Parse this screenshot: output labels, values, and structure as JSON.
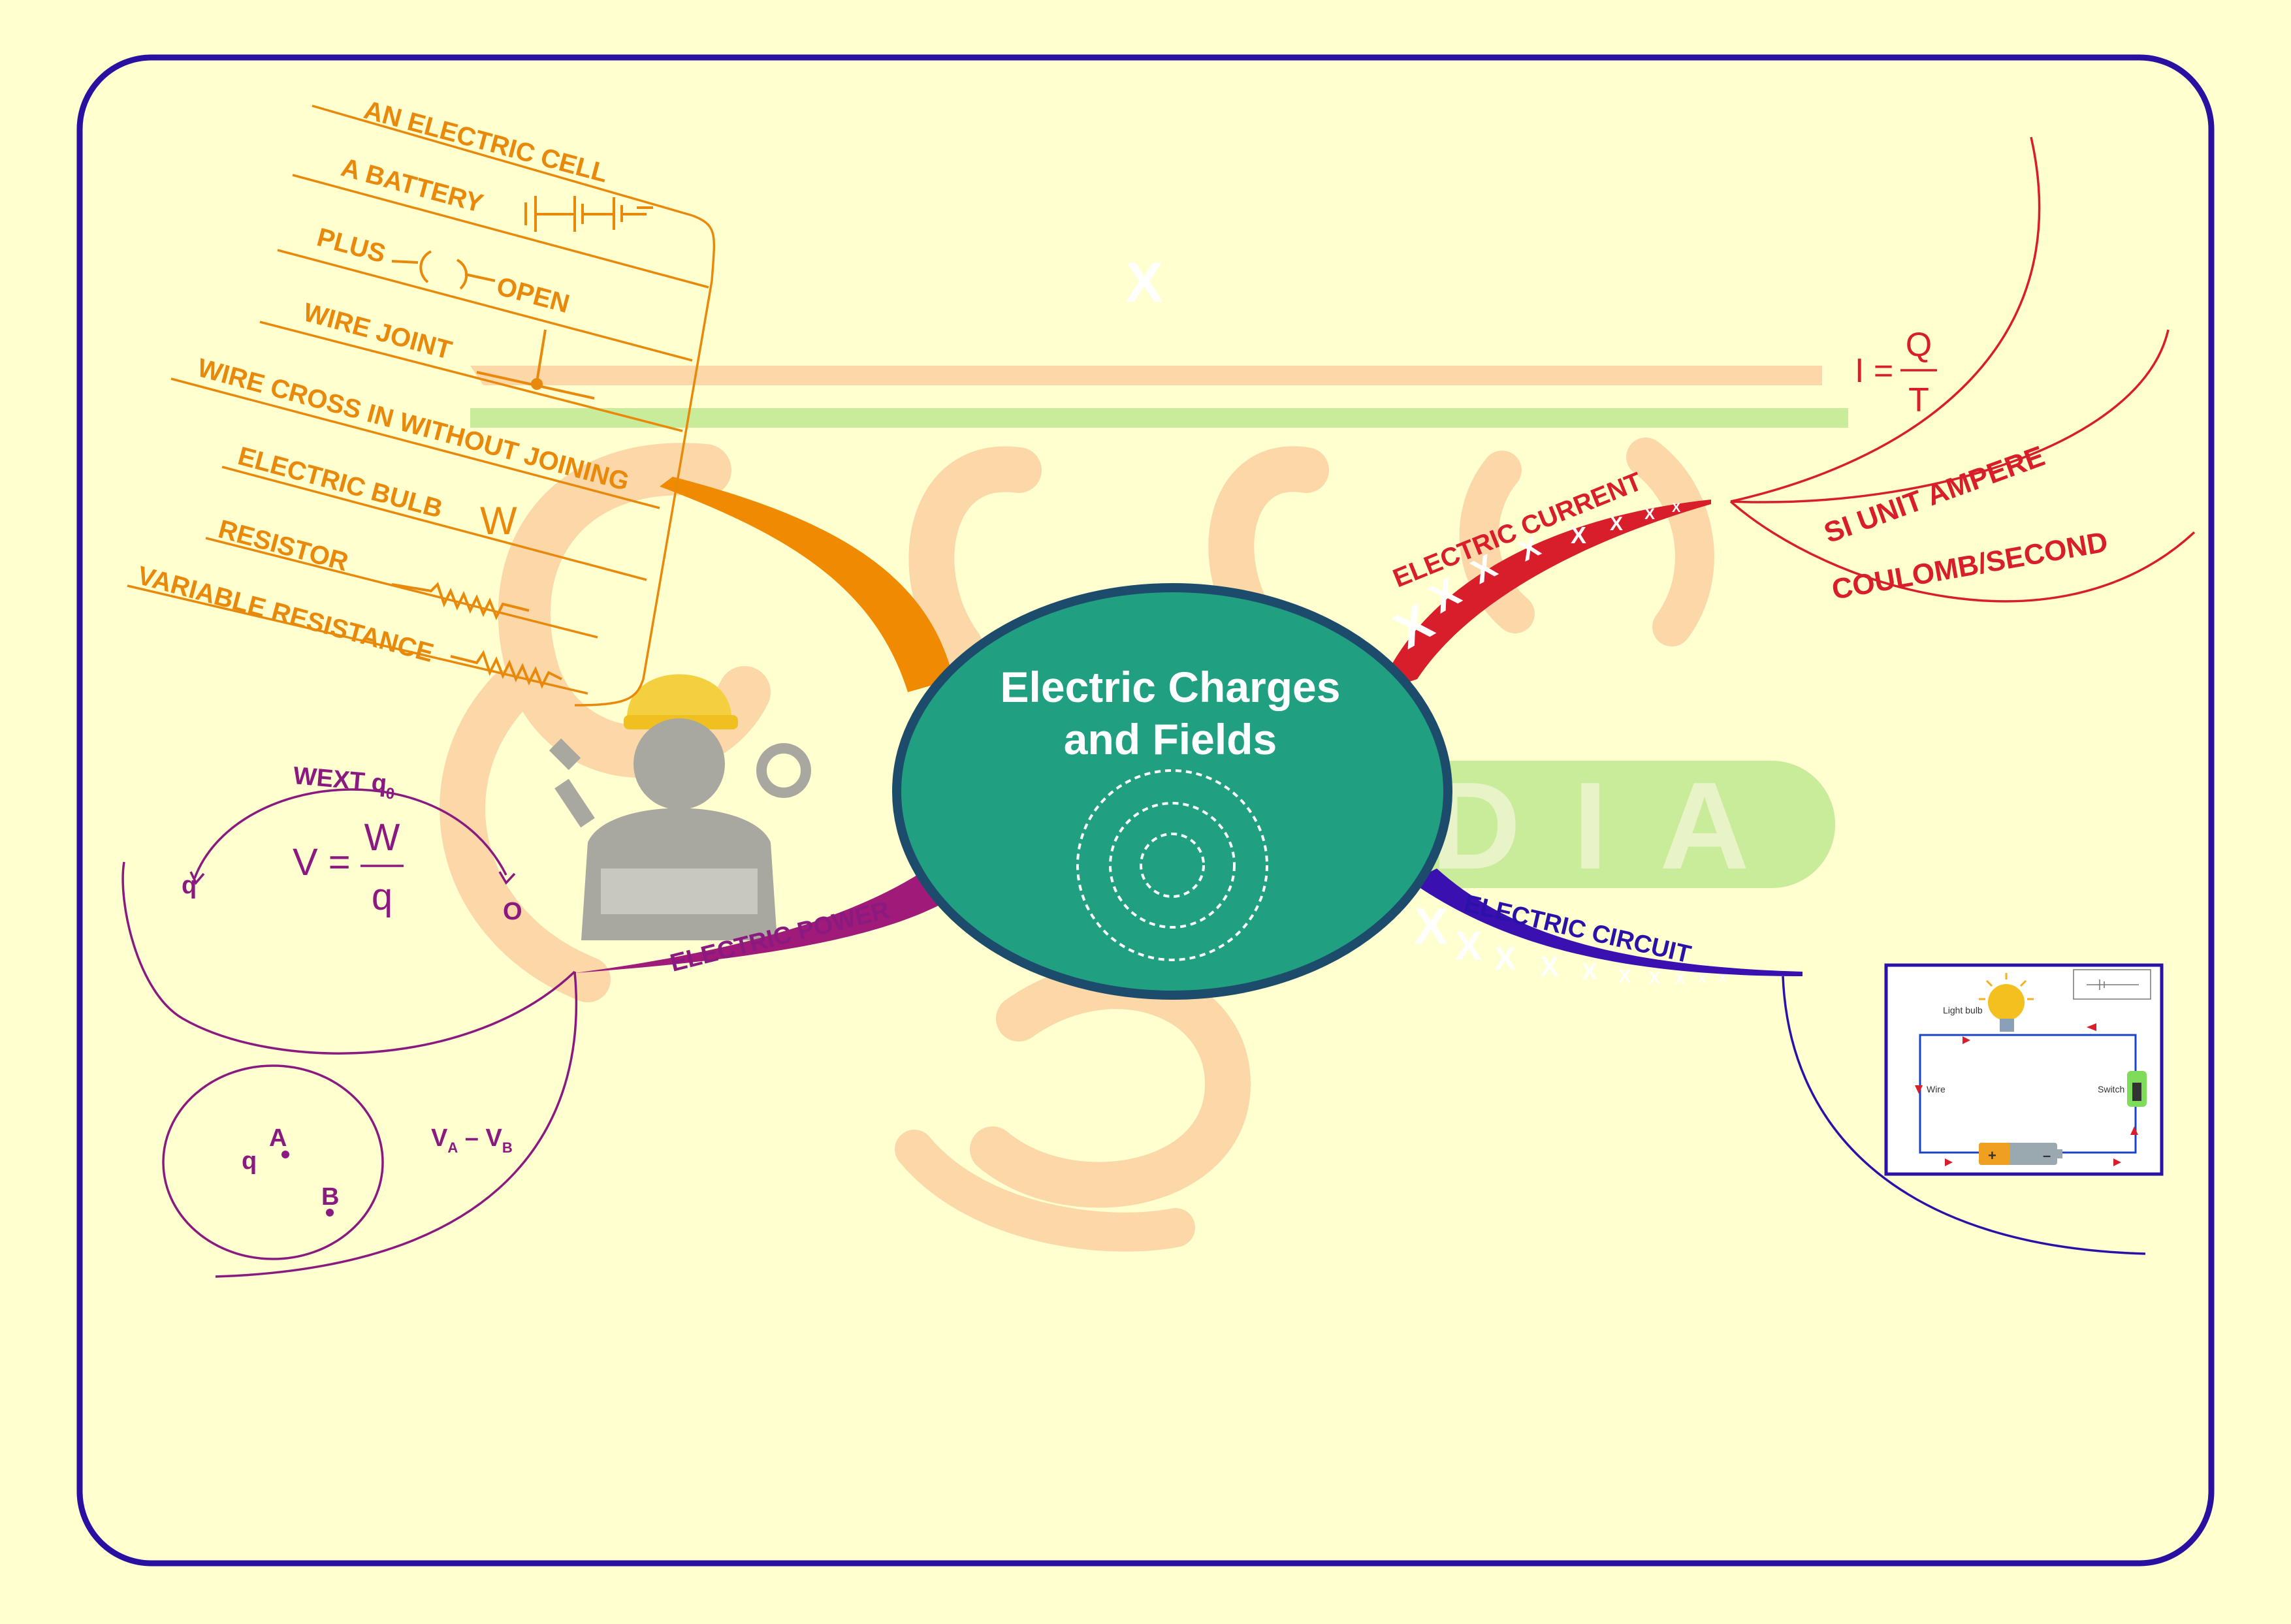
{
  "center": {
    "line1": "Electric Charges",
    "line2": "and Fields"
  },
  "top_mark": "X",
  "watermark": {
    "logo_text": "INDIA"
  },
  "colors": {
    "background": "#ffffd0",
    "frame": "#2a10a0",
    "center_fill": "#20a080",
    "center_stroke": "#1c4b6b",
    "orange": "#e8890c",
    "red": "#d81e2a",
    "purple": "#8a1a80",
    "indigo": "#2a12a8"
  },
  "orange_branch": {
    "items": [
      "AN ELECTRIC CELL",
      "A BATTERY",
      "PLUS",
      "OPEN",
      "WIRE JOINT",
      "WIRE CROSS IN WITHOUT JOINING",
      "ELECTRIC BULB",
      "RESISTOR",
      "VARIABLE RESISTANCE"
    ],
    "bulb_symbol": "W"
  },
  "electric_current": {
    "label": "ELECTRIC CURRENT",
    "formula": {
      "lhs": "I =",
      "num": "Q",
      "den": "T"
    },
    "si_unit": "SI UNIT AMPERE",
    "unit_alt": "COULOMB/SECOND"
  },
  "electric_power": {
    "label": "ELECTRIC POWER",
    "wext": "WEXT q",
    "wext_sub": "0",
    "formula": {
      "lhs": "V =",
      "num": "W",
      "den": "q"
    },
    "q_left": "q",
    "o_right": "O",
    "circle_q": "q",
    "point_a": "A",
    "point_b": "B",
    "va": "V",
    "va_sub": "A",
    "dash": " – ",
    "vb": "V",
    "vb_sub": "B"
  },
  "electric_circuit": {
    "label": "ELECTRIC CIRCUIT",
    "diagram": {
      "bulb_label": "Light bulb",
      "wire_label": "Wire",
      "switch_label": "Switch",
      "plus": "+",
      "minus": "–"
    }
  }
}
